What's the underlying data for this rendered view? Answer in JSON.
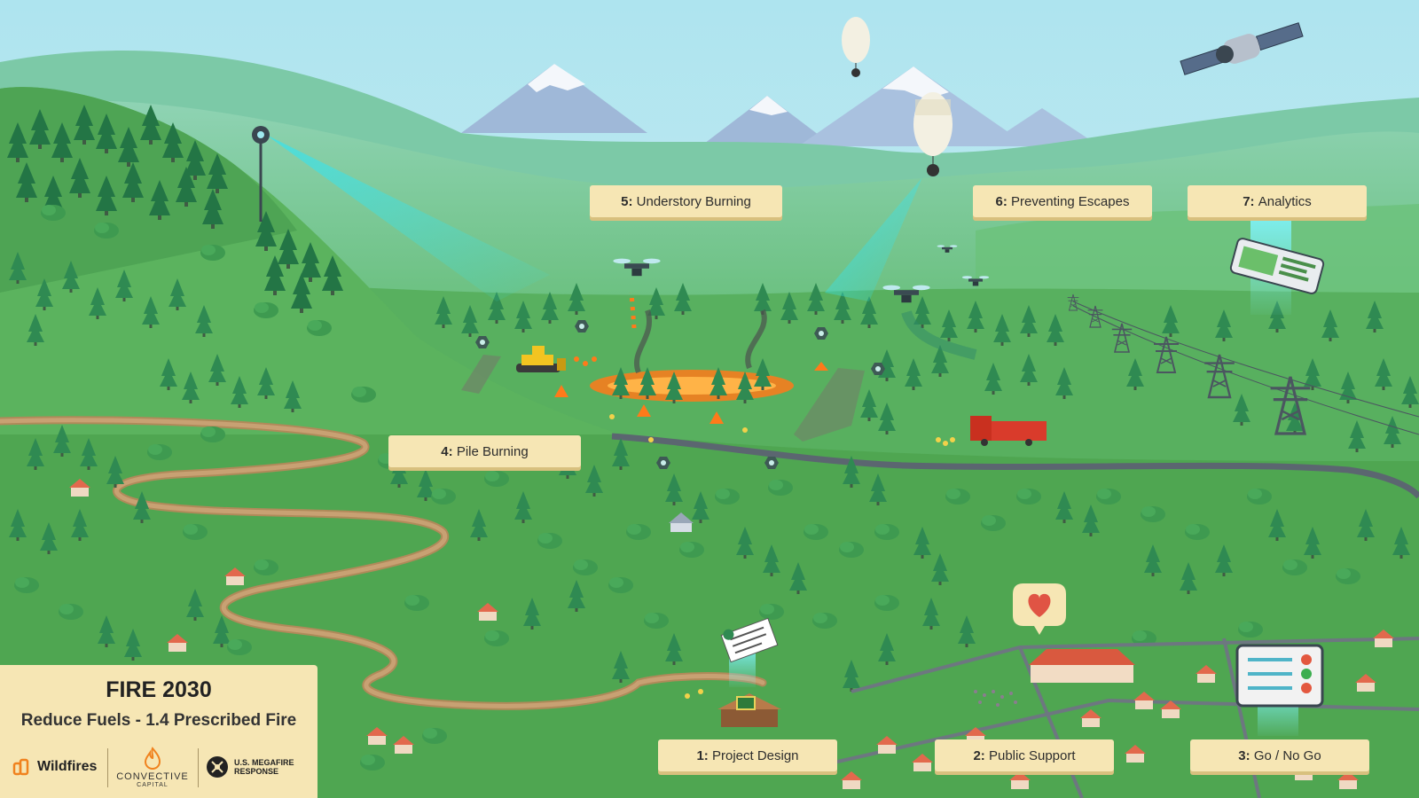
{
  "callouts": [
    {
      "num": "1:",
      "label": "Project Design"
    },
    {
      "num": "2:",
      "label": "Public Support"
    },
    {
      "num": "3:",
      "label": "Go / No Go"
    },
    {
      "num": "4:",
      "label": "Pile Burning"
    },
    {
      "num": "5:",
      "label": "Understory Burning"
    },
    {
      "num": "6:",
      "label": "Preventing Escapes"
    },
    {
      "num": "7:",
      "label": "Analytics"
    }
  ],
  "info": {
    "title": "FIRE 2030",
    "subtitle": "Reduce Fuels - 1.4 Prescribed Fire"
  },
  "logos": {
    "wildfires": "Wildfires",
    "convective_line1": "CONVECTIVE",
    "convective_line2": "CAPITAL",
    "megafire_line1": "U.S. MEGAFIRE",
    "megafire_line2": "RESPONSE"
  },
  "colors": {
    "sky": "#a9e1ec",
    "hills": "#5cb56a",
    "foreground": "#4fa651",
    "tree": "#2f8a52",
    "road": "#5b6670",
    "fire": "#ff7a1a",
    "callout": "#f6e6b4",
    "beam": "#35e3ef"
  },
  "icons": [
    "satellite-icon",
    "balloon-icon",
    "drone-icon",
    "camera-tower-icon",
    "bulldozer-icon",
    "fire-engine-icon",
    "power-tower-icon",
    "tablet-icon",
    "checklist-icon",
    "document-icon",
    "heart-icon",
    "house-icon"
  ]
}
